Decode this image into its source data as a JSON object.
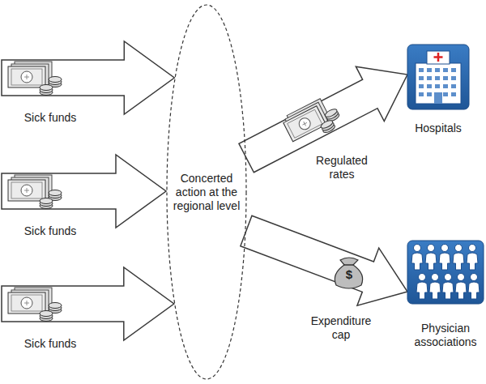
{
  "diagram": {
    "nodes": [
      {
        "text": [
          "Sick funds"
        ]
      },
      {
        "text": [
          "Sick funds"
        ]
      },
      {
        "text": [
          "Sick funds"
        ]
      },
      {
        "text": [
          "Concerted action at the regional level"
        ]
      },
      {
        "text": [
          "Hospitals"
        ]
      },
      {
        "text": [
          "Physician associations"
        ]
      }
    ],
    "edges": [
      {
        "from": 0,
        "to": 3,
        "arrow": "to"
      },
      {
        "from": 1,
        "to": 3,
        "arrow": "to"
      },
      {
        "from": 2,
        "to": 3,
        "arrow": "to"
      },
      {
        "from": 3,
        "to": 4,
        "label": "Regulated rates",
        "arrow": "to"
      },
      {
        "from": 3,
        "to": 5,
        "label": "Expenditure cap",
        "arrow": "to"
      }
    ],
    "labels": [
      "$"
    ]
  }
}
